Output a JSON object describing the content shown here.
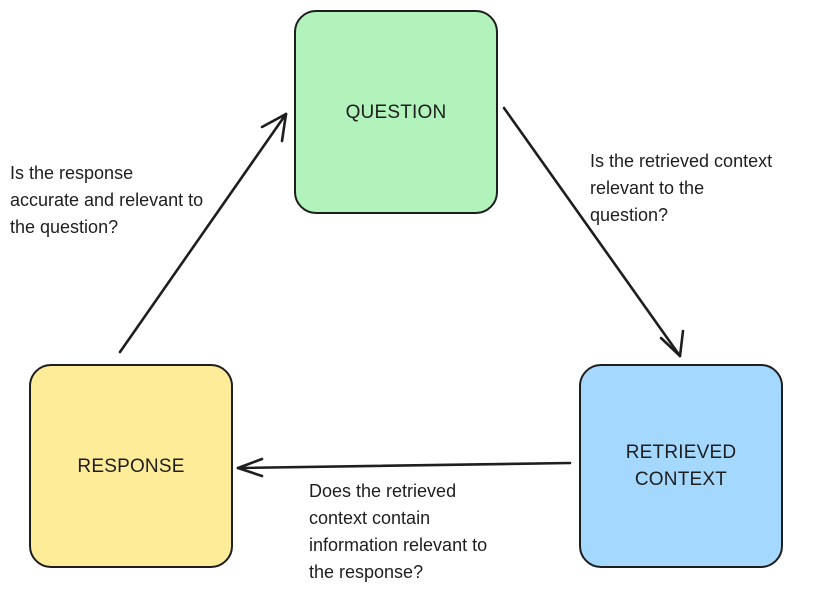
{
  "colors": {
    "question_fill": "#b2f2bb",
    "response_fill": "#ffec99",
    "context_fill": "#a5d8ff",
    "stroke": "#1e1e1e"
  },
  "nodes": {
    "question": "QUESTION",
    "response": "RESPONSE",
    "context": "RETRIEVED\nCONTEXT"
  },
  "edges": {
    "question_to_context": "Is the retrieved context\nrelevant to the\nquestion?",
    "response_to_question": "Is the response\naccurate and relevant to\nthe question?",
    "context_to_response": "Does the retrieved\ncontext contain\ninformation relevant to\nthe response?"
  }
}
